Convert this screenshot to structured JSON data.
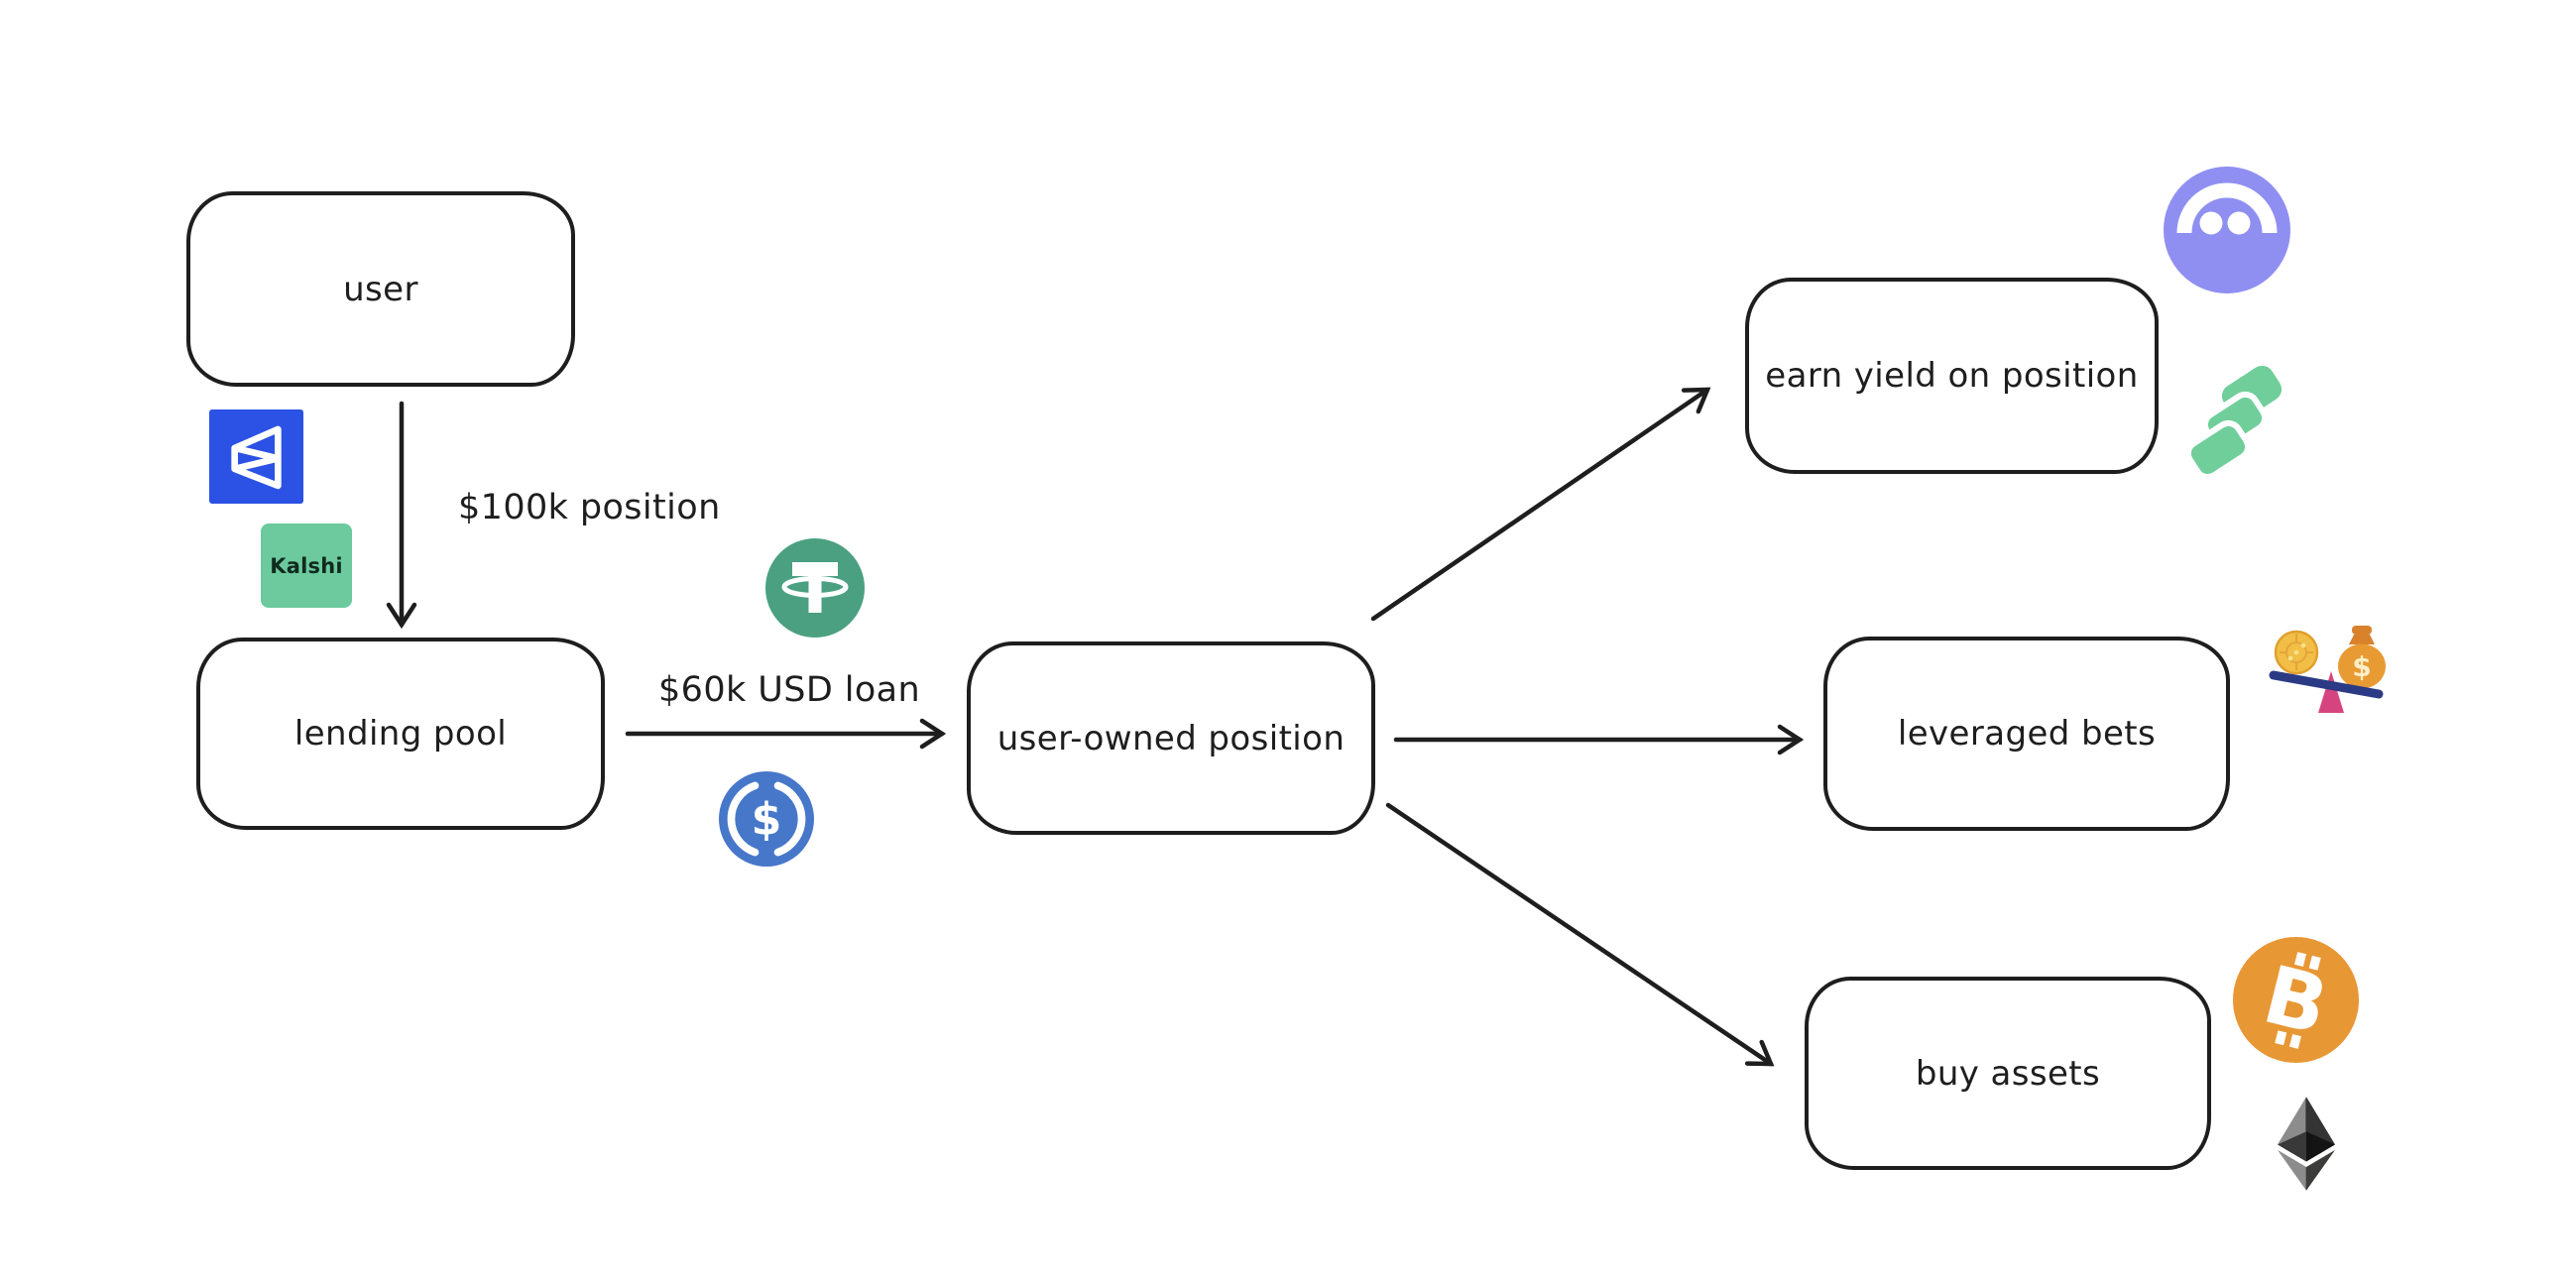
{
  "diagram": {
    "nodes": {
      "user": "user",
      "lending_pool": "lending pool",
      "user_owned_position": "user-owned position",
      "earn_yield": "earn yield on position",
      "leveraged_bets": "leveraged bets",
      "buy_assets": "buy assets"
    },
    "edge_labels": {
      "user_to_lending_pool": "$100k position",
      "lending_pool_to_position": "$60k USD loan"
    },
    "stroke_color": "#1e1e1e",
    "background": "#ffffff"
  },
  "icons": {
    "polymarket": {
      "name": "polymarket-icon",
      "color": "#2B52E4"
    },
    "kalshi": {
      "name": "kalshi-icon",
      "label": "Kalshi",
      "background": "#6CCA9E",
      "text_color": "#102A1E"
    },
    "tether": {
      "name": "tether-icon",
      "color": "#4BA082"
    },
    "usdc": {
      "name": "usdc-icon",
      "color": "#4677C9",
      "glyph": "$"
    },
    "moonwell": {
      "name": "moonwell-icon",
      "color": "#8F8FF2"
    },
    "compound": {
      "name": "compound-icon",
      "color": "#70CE9B"
    },
    "leverage_seesaw": {
      "name": "leverage-seesaw-icon",
      "coin_color": "#F2BE45",
      "bag_color": "#E89A33",
      "plank_color": "#2B3A85",
      "fulcrum_color": "#D6447F",
      "bag_glyph": "$"
    },
    "bitcoin": {
      "name": "bitcoin-icon",
      "color": "#E89735",
      "glyph": "B"
    },
    "ethereum": {
      "name": "ethereum-icon",
      "colors": [
        "#8C8C8C",
        "#343434",
        "#3C3C3B",
        "#141414",
        "#393939"
      ]
    }
  }
}
